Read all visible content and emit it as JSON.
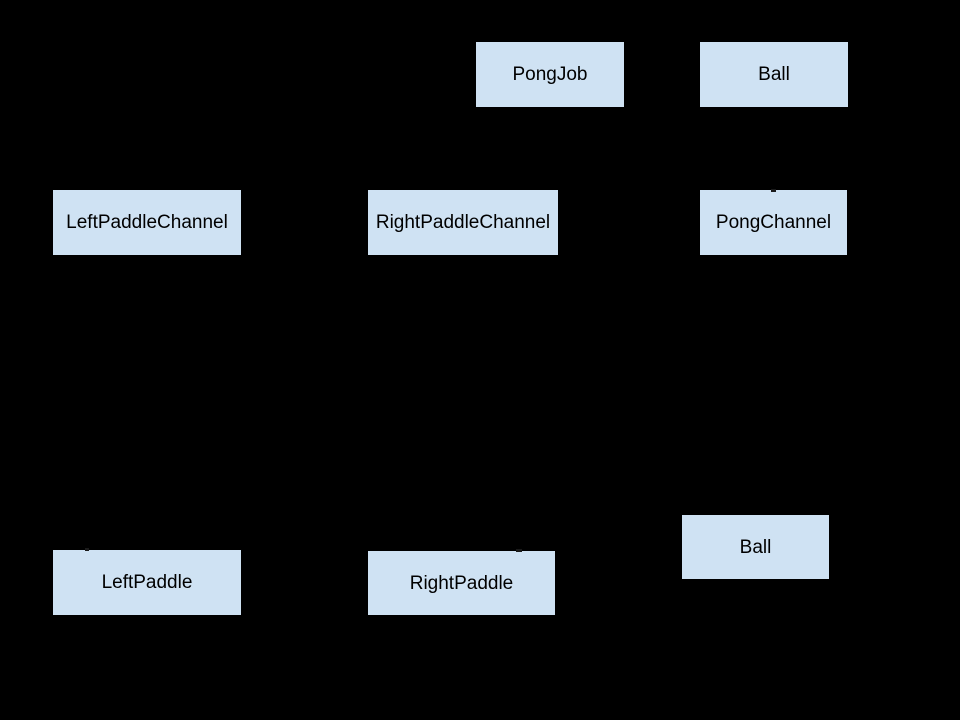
{
  "diagram": {
    "background_color": "#000000",
    "node_fill_color": "#cfe2f3",
    "node_text_color": "#000000",
    "nodes": [
      {
        "id": "pongjob",
        "label": "PongJob"
      },
      {
        "id": "ball-top",
        "label": "Ball"
      },
      {
        "id": "left-paddle-channel",
        "label": "LeftPaddleChannel"
      },
      {
        "id": "right-paddle-channel",
        "label": "RightPaddleChannel"
      },
      {
        "id": "pong-channel",
        "label": "PongChannel"
      },
      {
        "id": "ball-bottom",
        "label": "Ball"
      },
      {
        "id": "left-paddle",
        "label": "LeftPaddle"
      },
      {
        "id": "right-paddle",
        "label": "RightPaddle"
      }
    ]
  }
}
